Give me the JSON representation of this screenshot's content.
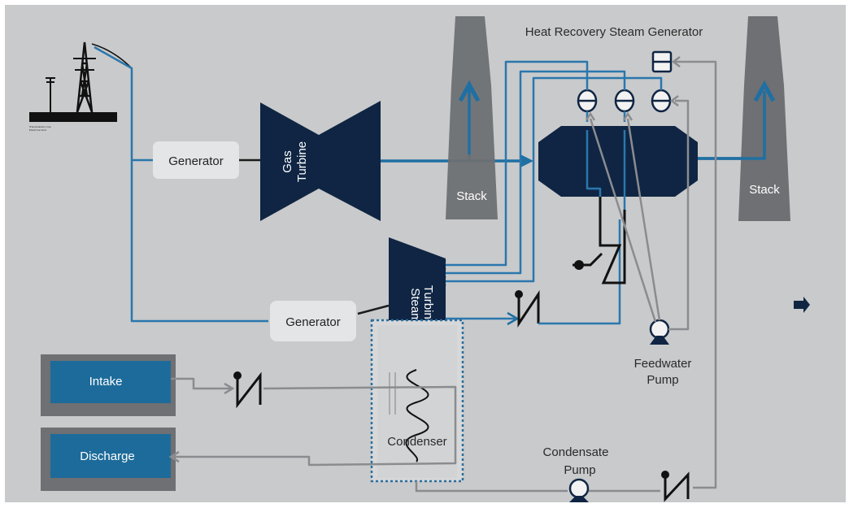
{
  "title": "Heat Recovery Steam Generator",
  "labels": {
    "generator_top": "Generator",
    "generator_bottom": "Generator",
    "gas_turbine_line1": "Gas",
    "gas_turbine_line2": "Turbine",
    "steam_turbine_line1": "Steam",
    "steam_turbine_line2": "Turbine",
    "stack_left": "Stack",
    "stack_right": "Stack",
    "feedwater_pump_line1": "Feedwater",
    "feedwater_pump_line2": "Pump",
    "condensate_pump_line1": "Condensate",
    "condensate_pump_line2": "Pump",
    "condenser": "Condenser",
    "intake": "Intake",
    "discharge": "Discharge",
    "grid_caption_line1": "Transmission Line",
    "grid_caption_line2": "Electrical Grid"
  },
  "colors": {
    "background": "#c9cacb",
    "equipment": "#0f2543",
    "steam_pipe": "#1f6fa3",
    "water_pipe": "#8a8c8f",
    "stack": "#6e7073",
    "water_box": "#1d6b9a"
  }
}
